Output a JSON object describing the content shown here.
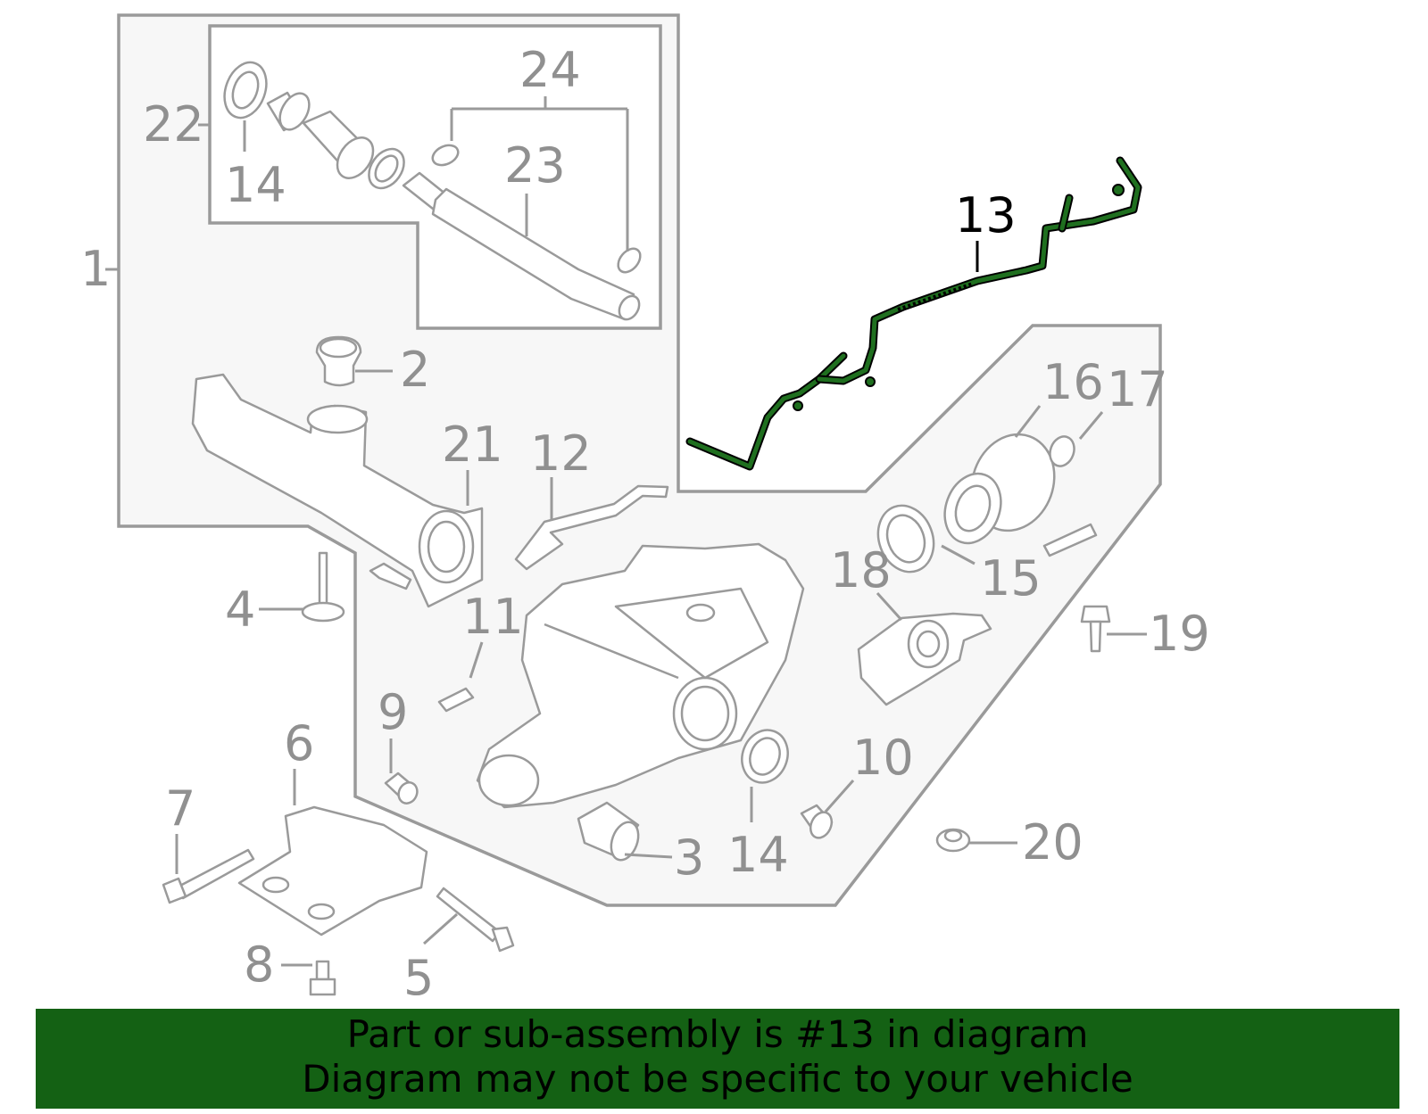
{
  "diagram": {
    "highlight_color": "#1f6f1f",
    "callouts": {
      "c1": "1",
      "c2": "2",
      "c3": "3",
      "c4": "4",
      "c5": "5",
      "c6": "6",
      "c7": "7",
      "c8": "8",
      "c9": "9",
      "c10": "10",
      "c11": "11",
      "c12": "12",
      "c13": "13",
      "c14a": "14",
      "c14b": "14",
      "c15": "15",
      "c16": "16",
      "c17": "17",
      "c18": "18",
      "c19": "19",
      "c20": "20",
      "c21": "21",
      "c22": "22",
      "c23": "23",
      "c24": "24"
    }
  },
  "banner": {
    "background": "#146114",
    "line1": "Part or sub-assembly is #13 in diagram",
    "line2": "Diagram may not be specific to your vehicle"
  }
}
